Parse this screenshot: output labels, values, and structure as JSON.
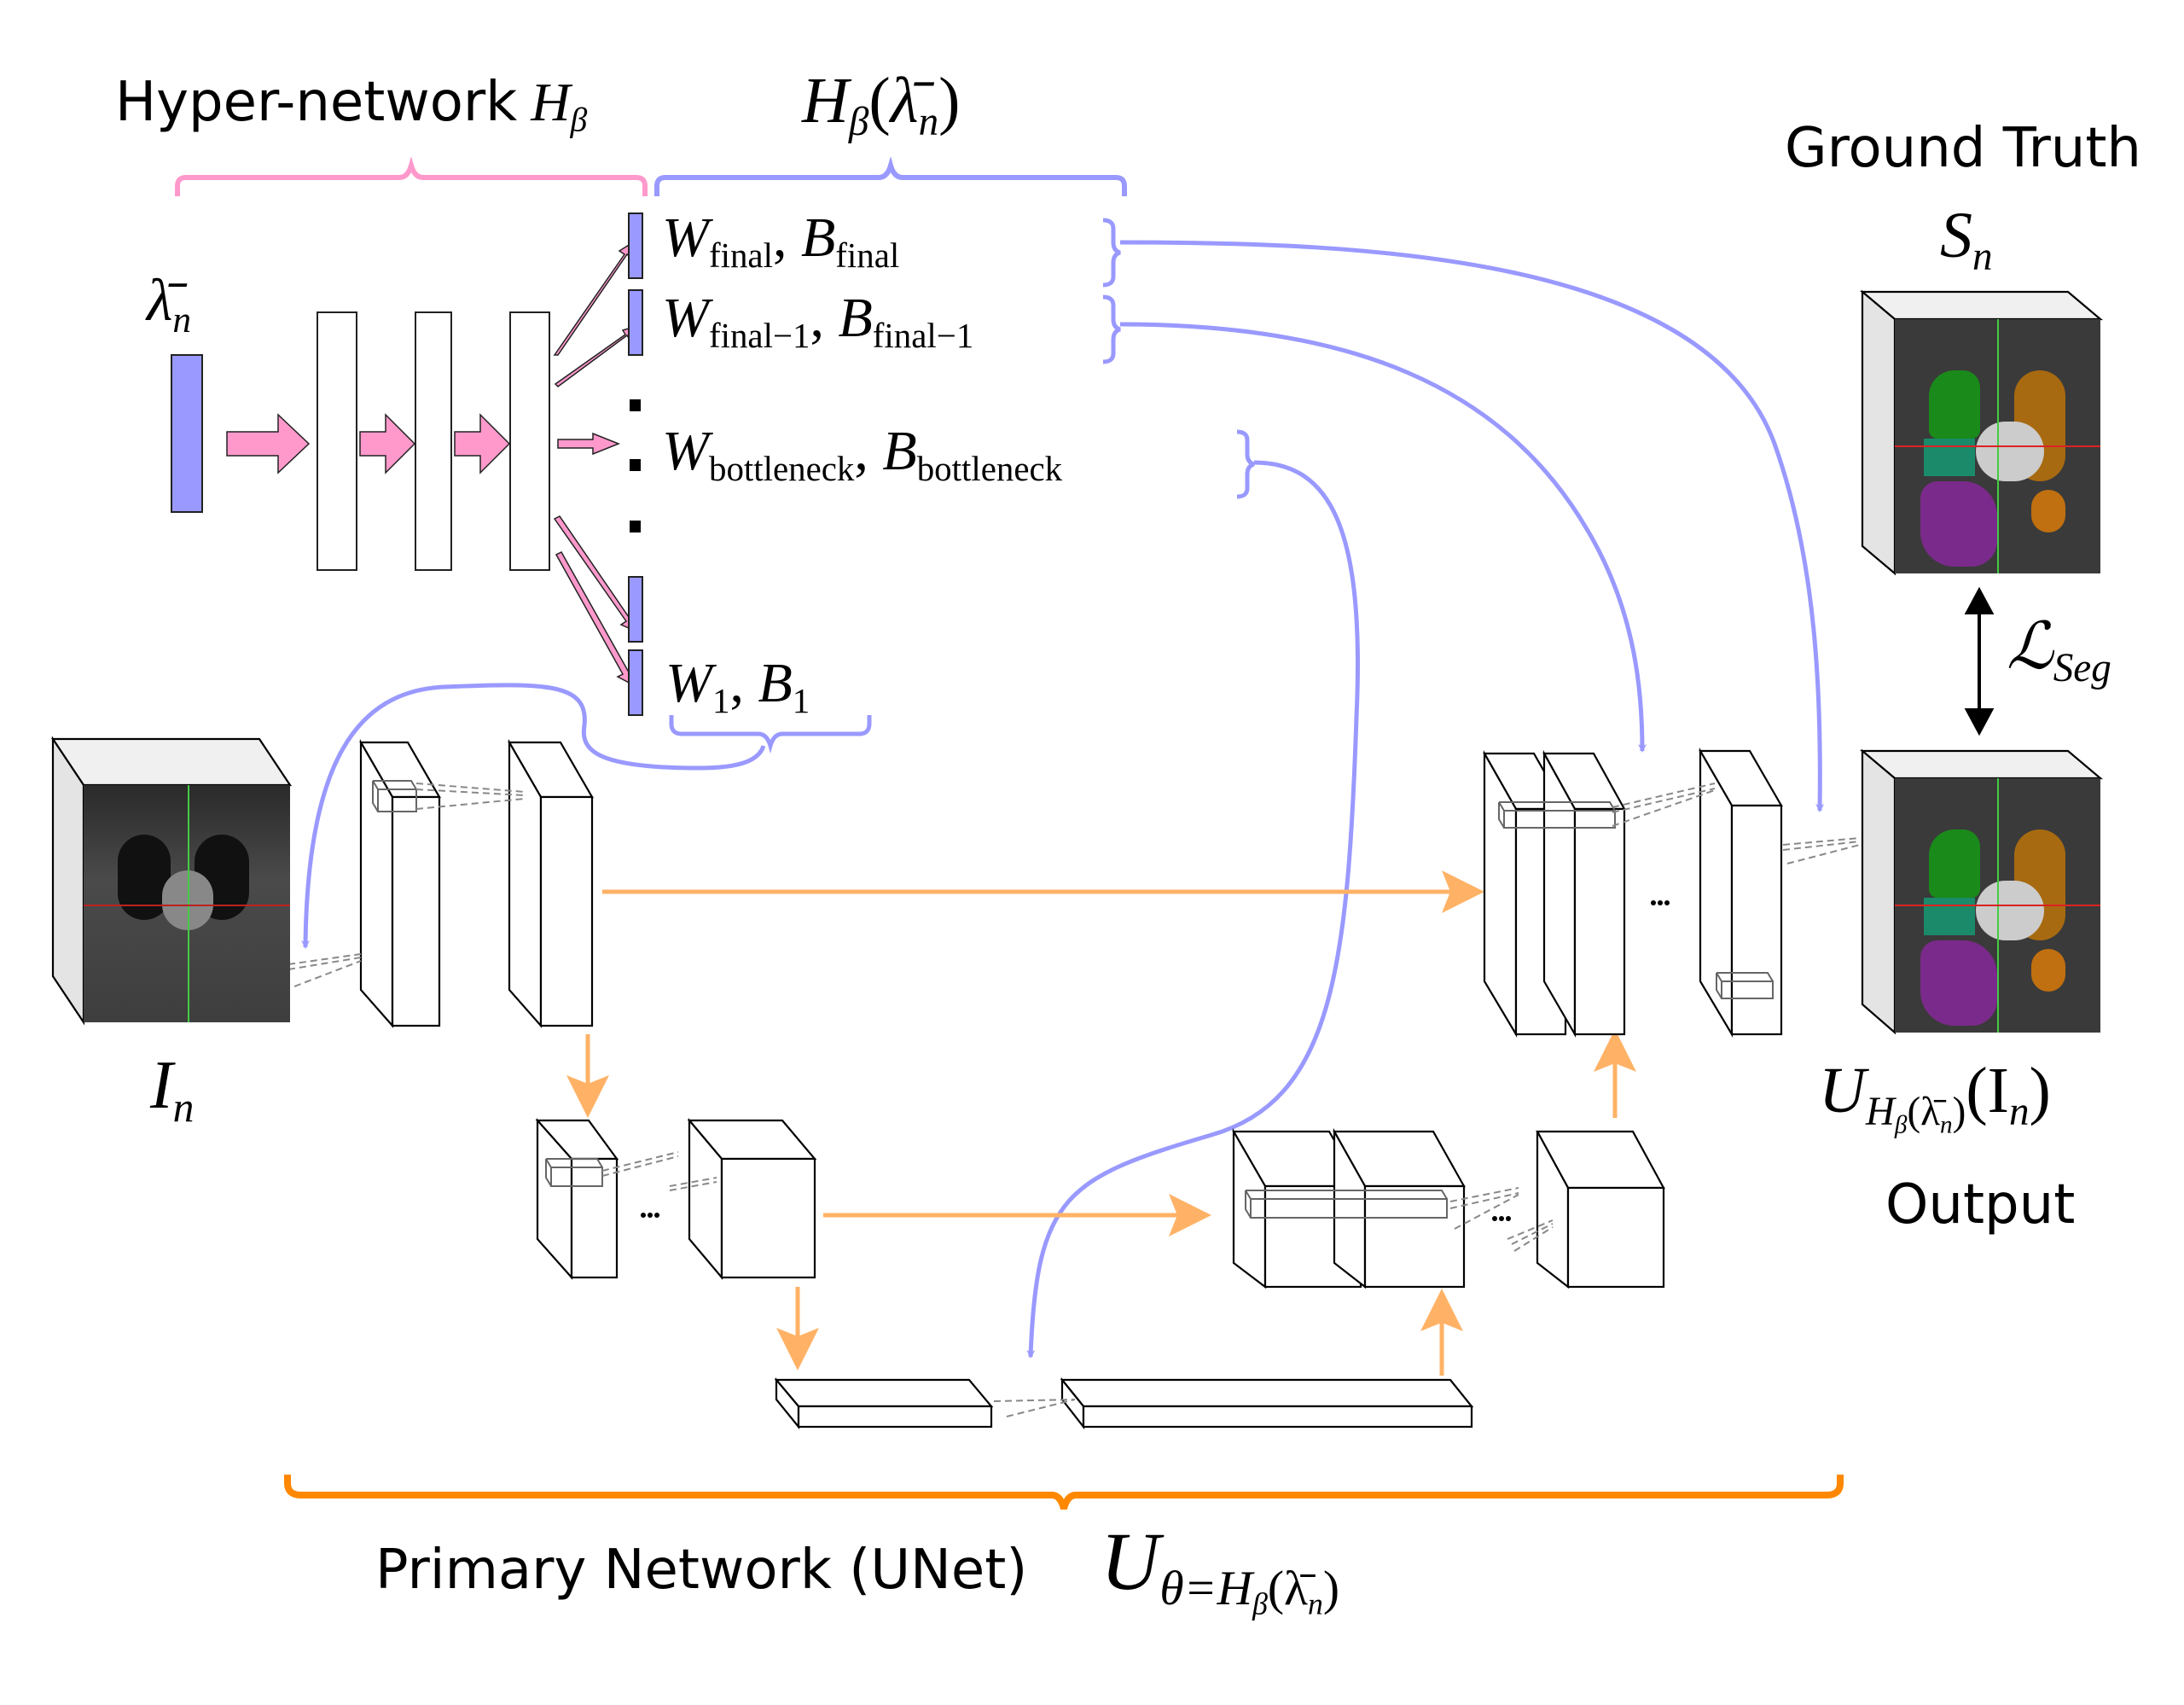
{
  "title_hypernet": {
    "text": "Hyper-network",
    "symbol": "H",
    "symbol_sub": "β"
  },
  "title_hyper_output": {
    "symbol": "H",
    "symbol_sub": "β",
    "arg": "λ̄",
    "arg_sub": "n"
  },
  "lambda_label": {
    "symbol": "λ̄",
    "sub": "n"
  },
  "weights": [
    {
      "w": "W",
      "w_sub": "final",
      "b": "B",
      "b_sub": "final"
    },
    {
      "w": "W",
      "w_sub": "final−1",
      "b": "B",
      "b_sub": "final−1"
    },
    {
      "w": "W",
      "w_sub": "bottleneck",
      "b": "B",
      "b_sub": "bottleneck"
    },
    {
      "w": "W",
      "w_sub": "1",
      "b": "B",
      "b_sub": "1"
    }
  ],
  "ground_truth": {
    "title": "Ground Truth",
    "symbol": "S",
    "sub": "n"
  },
  "loss": {
    "symbol": "ℒ",
    "sub": "Seg"
  },
  "input": {
    "symbol": "I",
    "sub": "n"
  },
  "output": {
    "formula_main": "U",
    "formula_sub": "H",
    "formula_sub_sub": "β",
    "formula_arg": "(λ̄",
    "formula_arg_sub": "n",
    "formula_close": ")",
    "formula_tail": "(I",
    "formula_tail_sub": "n",
    "formula_tail_close": ")",
    "label": "Output"
  },
  "primary": {
    "label": "Primary Network (UNet)",
    "symbol": "U",
    "sub": "θ=H",
    "sub_sub": "β",
    "sub_arg": "(λ̄",
    "sub_arg_sub": "n",
    "sub_close": ")"
  },
  "ellipsis": "...",
  "colors": {
    "hyper_pink": "#ff99cc",
    "hyper_blue": "#9999ff",
    "unet_orange": "#ff8800",
    "skip_orange": "#ffb266",
    "black": "#000000"
  }
}
